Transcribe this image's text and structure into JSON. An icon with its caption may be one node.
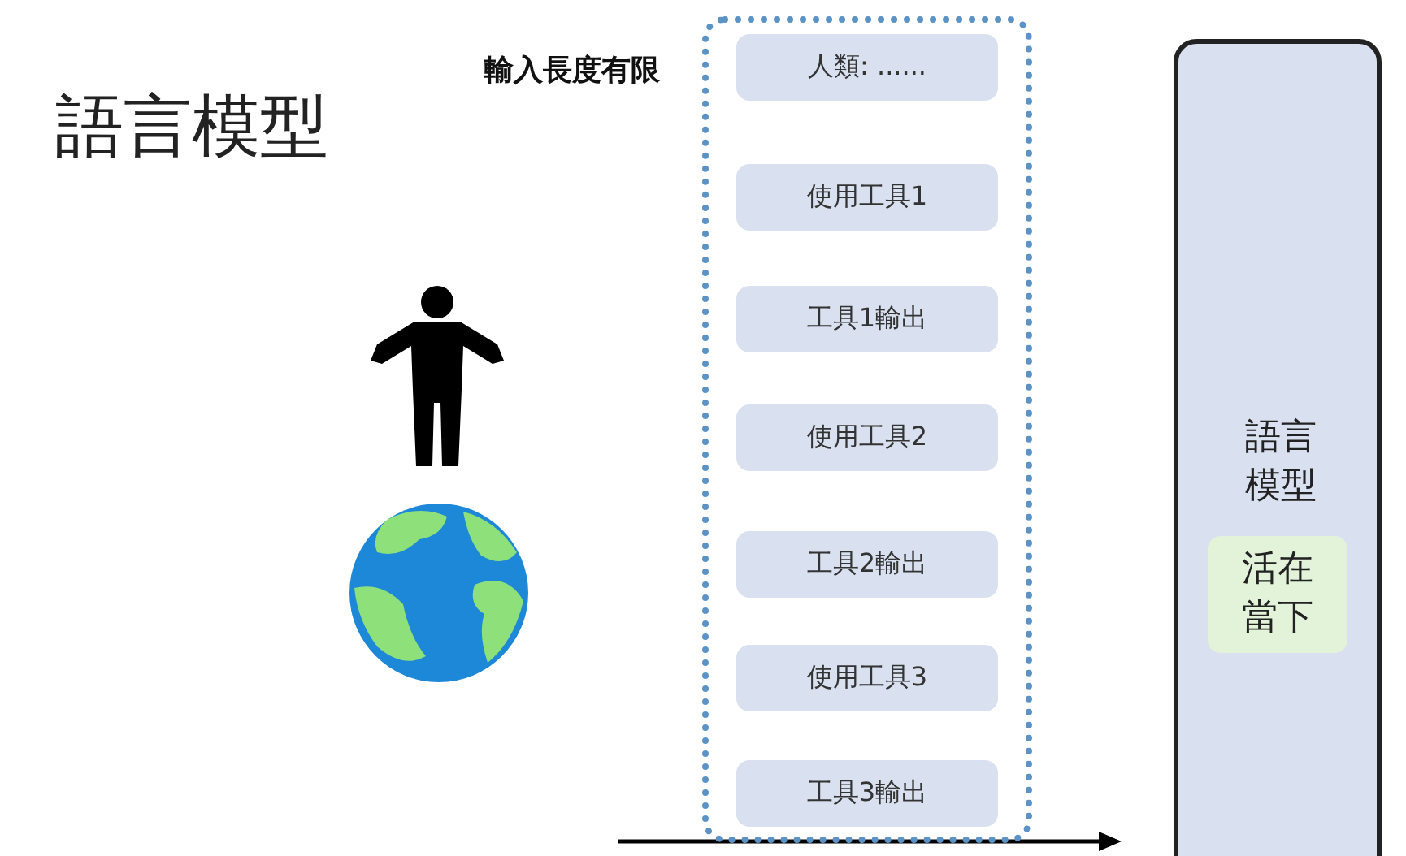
{
  "diagram": {
    "title": "語言模型",
    "nodes": [
      {
        "text": [
          "輸入長度有限"
        ]
      },
      {
        "text": [
          "人類: ......"
        ],
        "in": 0
      },
      {
        "text": [
          "使用工具1"
        ],
        "in": 0
      },
      {
        "text": [
          "工具1輸出"
        ],
        "in": 0
      },
      {
        "text": [
          "使用工具2"
        ],
        "in": 0
      },
      {
        "text": [
          "工具2輸出"
        ],
        "in": 0
      },
      {
        "text": [
          "使用工具3"
        ],
        "in": 0
      },
      {
        "text": [
          "工具3輸出"
        ],
        "in": 0
      },
      {
        "text": [
          "語言模型"
        ]
      },
      {
        "text": [
          "活在當下"
        ],
        "in": 8
      }
    ]
  }
}
